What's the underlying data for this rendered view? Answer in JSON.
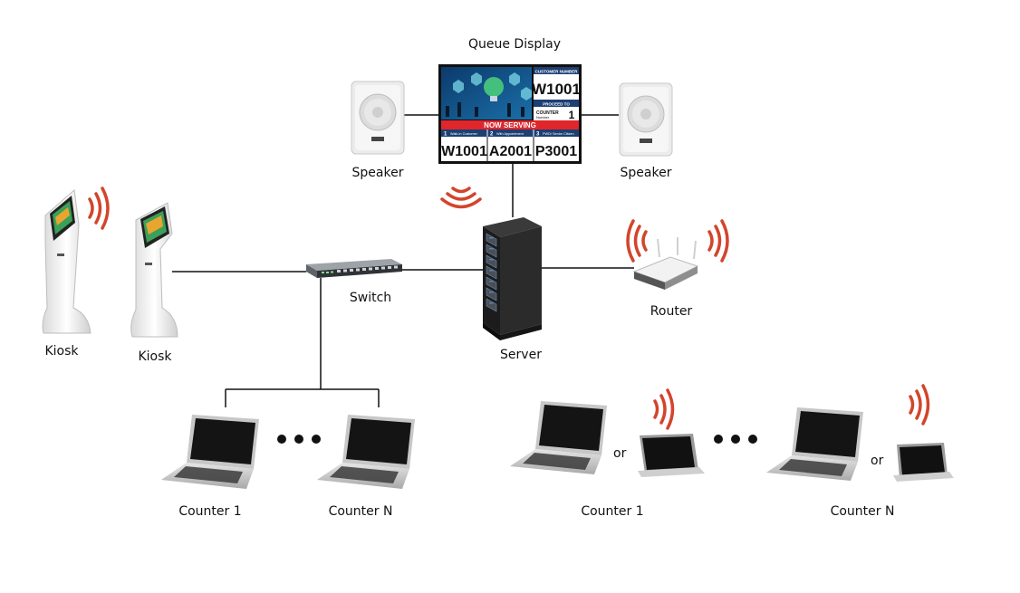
{
  "labels": {
    "queue_display": "Queue Display",
    "speaker_left": "Speaker",
    "speaker_right": "Speaker",
    "switch": "Switch",
    "server": "Server",
    "router": "Router",
    "kiosk_1": "Kiosk",
    "kiosk_2": "Kiosk",
    "counter_1_wired": "Counter 1",
    "counter_n_wired": "Counter N",
    "counter_1_wireless": "Counter 1",
    "counter_n_wireless": "Counter N",
    "or_1": "or",
    "or_2": "or"
  },
  "queue_screen": {
    "customer_number_header": "CUSTOMER NUMBER",
    "current_number": "W1001",
    "proceed_to": "PROCEED TO",
    "counter_label": "COUNTER",
    "counter_sublabel": "Number",
    "counter_value": "1",
    "now_serving": "NOW SERVING",
    "categories": [
      {
        "num": "1",
        "name": "Walk-in Customer",
        "ticket": "W1001"
      },
      {
        "num": "2",
        "name": "With Appointment",
        "ticket": "A2001"
      },
      {
        "num": "3",
        "name": "PWD/ Senior Citizen",
        "ticket": "P3001"
      }
    ]
  },
  "colors": {
    "wifi": "#d2452c",
    "line": "#111111",
    "screen_red": "#e0262b",
    "screen_blue": "#1d3f73"
  }
}
